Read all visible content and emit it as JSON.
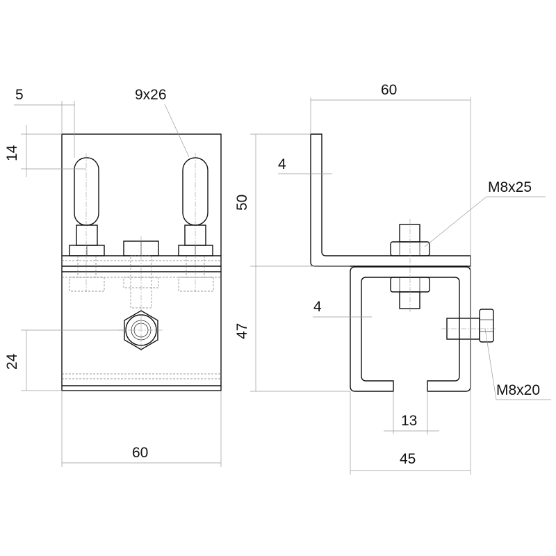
{
  "front_view": {
    "dim_top_offset": "5",
    "dim_slot_size": "9x26",
    "dim_slot_height": "14",
    "dim_bolt_height": "24",
    "dim_width": "60"
  },
  "side_view": {
    "dim_top_width": "60",
    "dim_thickness_bracket": "4",
    "dim_bracket_height": "50",
    "dim_channel_height": "47",
    "dim_thickness_channel": "4",
    "dim_slot_gap": "13",
    "dim_channel_width": "45",
    "bolt_top": "M8x25",
    "bolt_side": "M8x20"
  }
}
